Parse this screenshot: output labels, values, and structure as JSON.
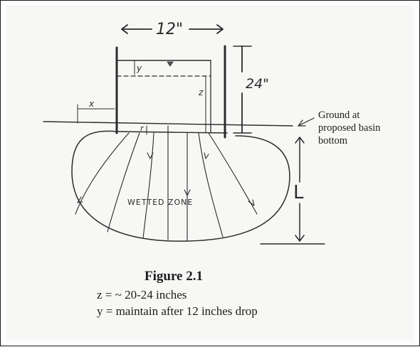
{
  "diagram": {
    "width_label": "12\"",
    "height_label": "24\"",
    "y_label": "y",
    "z_label": "z",
    "x_label": "x",
    "r_label": "r",
    "depth_label": "L",
    "zone_label": "WETTED ZONE",
    "ground_label": [
      "Ground at",
      "proposed basin",
      "bottom"
    ]
  },
  "caption": {
    "title": "Figure 2.1",
    "z_line": "z = ~ 20-24 inches",
    "y_line": "y = maintain after 12 inches drop"
  }
}
